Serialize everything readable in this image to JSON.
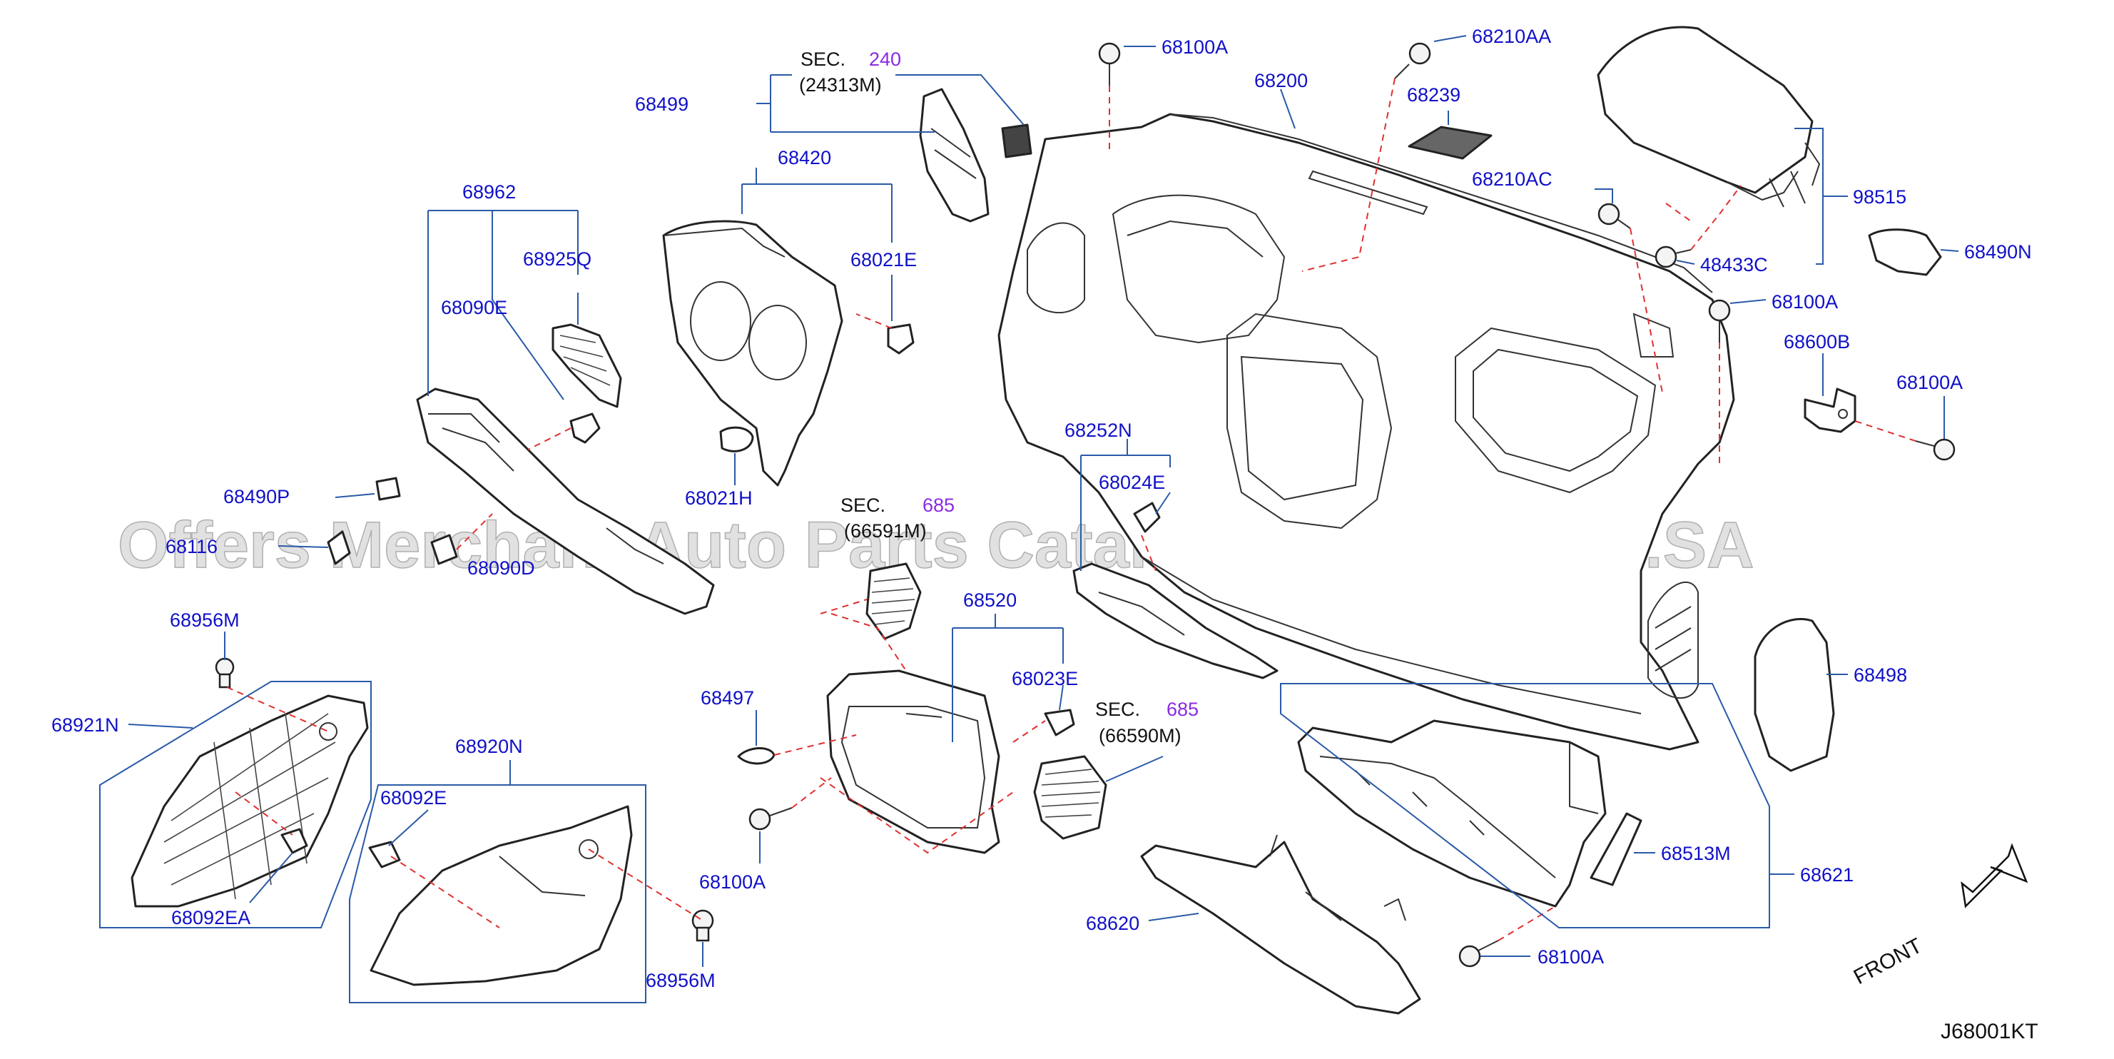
{
  "labels": {
    "p68499": "68499",
    "p68420": "68420",
    "p68962": "68962",
    "p68925Q": "68925Q",
    "p68090E": "68090E",
    "p68021E": "68021E",
    "p68021H": "68021H",
    "p68490P": "68490P",
    "p68116": "68116",
    "p68090D": "68090D",
    "p68956M_top": "68956M",
    "p68921N": "68921N",
    "p68092EA": "68092EA",
    "p68920N": "68920N",
    "p68092E": "68092E",
    "p68956M_bottom": "68956M",
    "p68497": "68497",
    "p68100A_bottom_left": "68100A",
    "p68520": "68520",
    "p68023E": "68023E",
    "p68252N": "68252N",
    "p68024E": "68024E",
    "p68620": "68620",
    "p68100A_top": "68100A",
    "p68200": "68200",
    "p68210AA": "68210AA",
    "p68239": "68239",
    "p68210AC": "68210AC",
    "p48433C": "48433C",
    "p98515": "98515",
    "p68490N": "68490N",
    "p68100A_right_upper": "68100A",
    "p68600B": "68600B",
    "p68100A_right": "68100A",
    "p68498": "68498",
    "p68513M": "68513M",
    "p68621": "68621",
    "p68100A_bottom": "68100A"
  },
  "sections": {
    "sec240": {
      "prefix": "SEC.",
      "number": "240",
      "sub": "(24313M)"
    },
    "sec685_left": {
      "prefix": "SEC.",
      "number": "685",
      "sub": "(66591M)"
    },
    "sec685_right": {
      "prefix": "SEC.",
      "number": "685",
      "sub": "(66590M)"
    }
  },
  "watermark": "Offers Merchant Auto Parts Catalog PARTSTORE.SA",
  "front_label": "FRONT",
  "diagram_code": "J68001KT",
  "colors": {
    "part_number": "#1010c8",
    "section_number": "#8a2be2",
    "leader": "#2a5aa8",
    "dashed": "#e03030"
  }
}
